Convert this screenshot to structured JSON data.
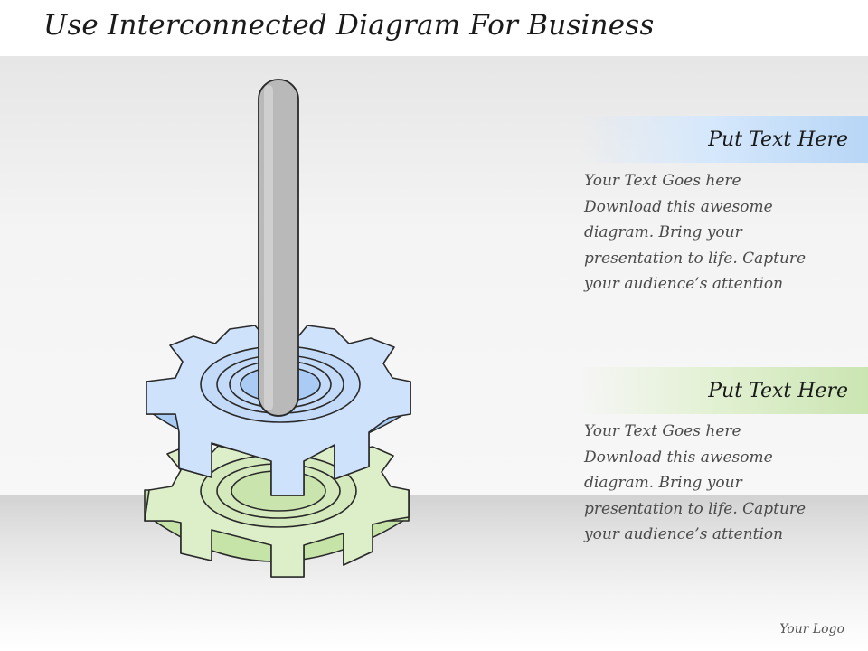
{
  "title": "Use Interconnected Diagram For Business",
  "panels": [
    {
      "heading": "Put Text Here",
      "lines": [
        "Your Text Goes here",
        "Download this awesome",
        "diagram. Bring your",
        "presentation to life. Capture",
        "your audience’s attention"
      ],
      "color": "#b8d6f6"
    },
    {
      "heading": "Put Text Here",
      "lines": [
        "Your Text Goes here",
        "Download this awesome",
        "diagram. Bring your",
        "presentation to life. Capture",
        "your audience’s attention"
      ],
      "color": "#cbe5b2"
    }
  ],
  "logo": "Your Logo",
  "colors": {
    "gear_blue": "#cfe2fb",
    "gear_blue_dark": "#a9cbf4",
    "gear_green": "#dcefc9",
    "gear_green_dark": "#c6e3a8",
    "rod": "#b9b9b9"
  }
}
